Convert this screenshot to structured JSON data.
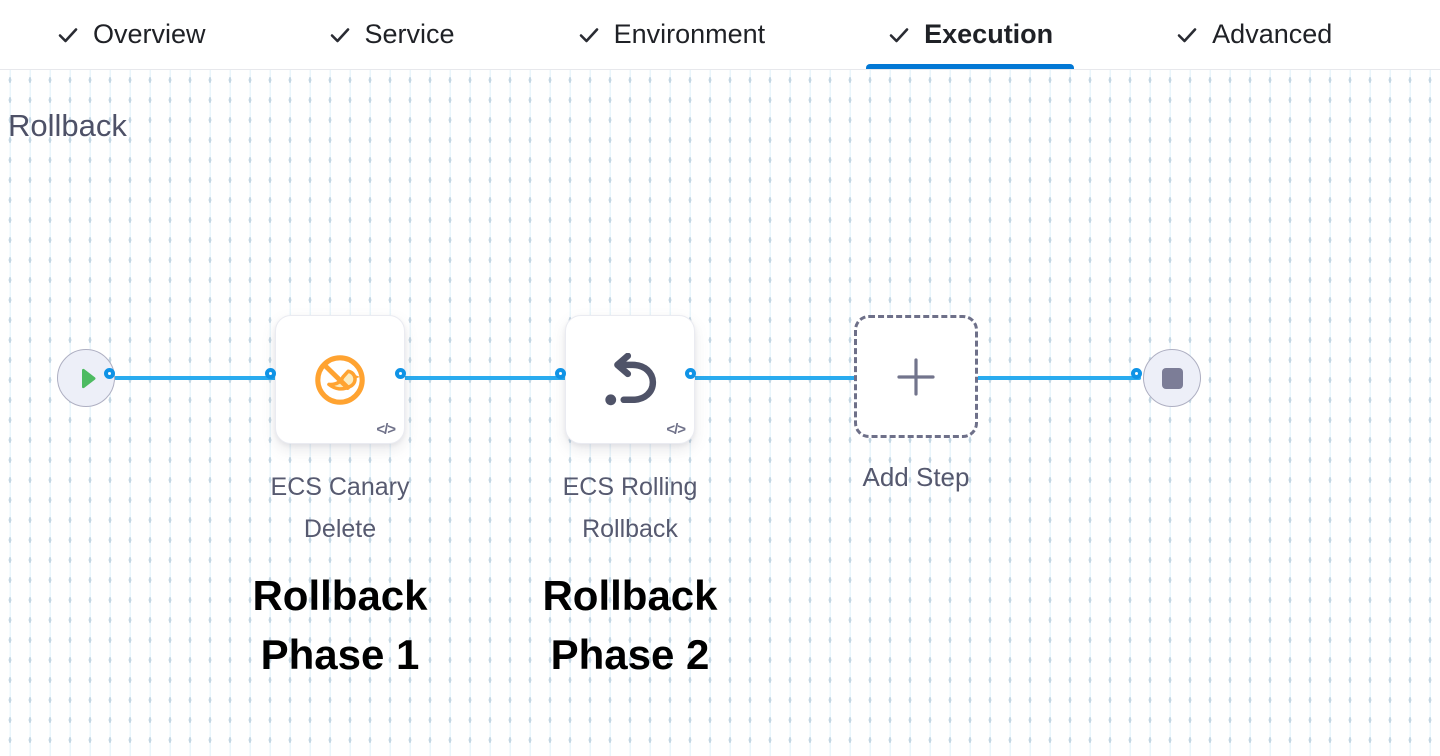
{
  "header": {
    "tabs": [
      {
        "label": "Overview",
        "checked": true,
        "active": false
      },
      {
        "label": "Service",
        "checked": true,
        "active": false
      },
      {
        "label": "Environment",
        "checked": true,
        "active": false
      },
      {
        "label": "Execution",
        "checked": true,
        "active": true
      },
      {
        "label": "Advanced",
        "checked": true,
        "active": false
      }
    ]
  },
  "section": {
    "heading": "Rollback"
  },
  "flow": {
    "start_node": {
      "icon": "play-icon"
    },
    "steps": [
      {
        "name": "ECS Canary Delete",
        "icon": "canary-delete-icon",
        "code_badge": "</>",
        "annotation": "Rollback Phase 1"
      },
      {
        "name": "ECS Rolling Rollback",
        "icon": "rolling-rollback-icon",
        "code_badge": "</>",
        "annotation": "Rollback Phase 2"
      }
    ],
    "add_step": {
      "label": "Add Step",
      "icon": "plus-icon"
    },
    "end_node": {
      "icon": "stop-icon"
    }
  },
  "colors": {
    "active_tab_underline": "#0278d5",
    "connector_blue": "#29abef",
    "port_blue": "#0f93e6",
    "play_green": "#4dbb61",
    "canary_orange": "#ffa331",
    "icon_slate": "#4f5368",
    "node_fill": "#edeff8",
    "heading_gray": "#4e5167"
  }
}
